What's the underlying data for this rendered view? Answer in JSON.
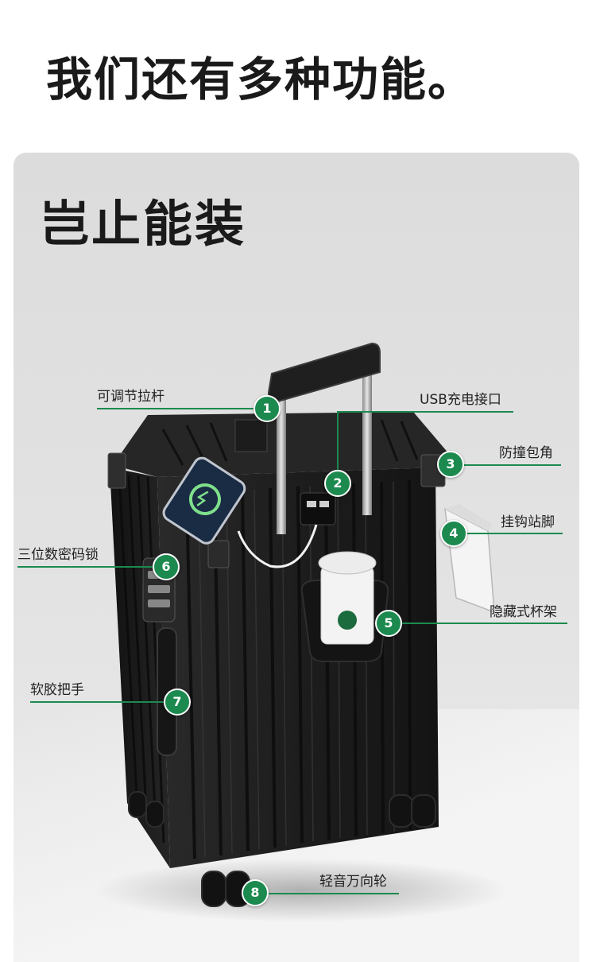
{
  "headline": "我们还有多种功能。",
  "panel_title": "岂止能装",
  "colors": {
    "accent": "#1c8a4f",
    "panel": "#dddddd",
    "suitcase": "#1f1f1f"
  },
  "callouts": [
    {
      "num": "1",
      "label": "可调节拉杆"
    },
    {
      "num": "2",
      "label": "USB充电接口"
    },
    {
      "num": "3",
      "label": "防撞包角"
    },
    {
      "num": "4",
      "label": "挂钩站脚"
    },
    {
      "num": "5",
      "label": "隐藏式杯架"
    },
    {
      "num": "6",
      "label": "三位数密码锁"
    },
    {
      "num": "7",
      "label": "软胶把手"
    },
    {
      "num": "8",
      "label": "轻音万向轮"
    }
  ]
}
